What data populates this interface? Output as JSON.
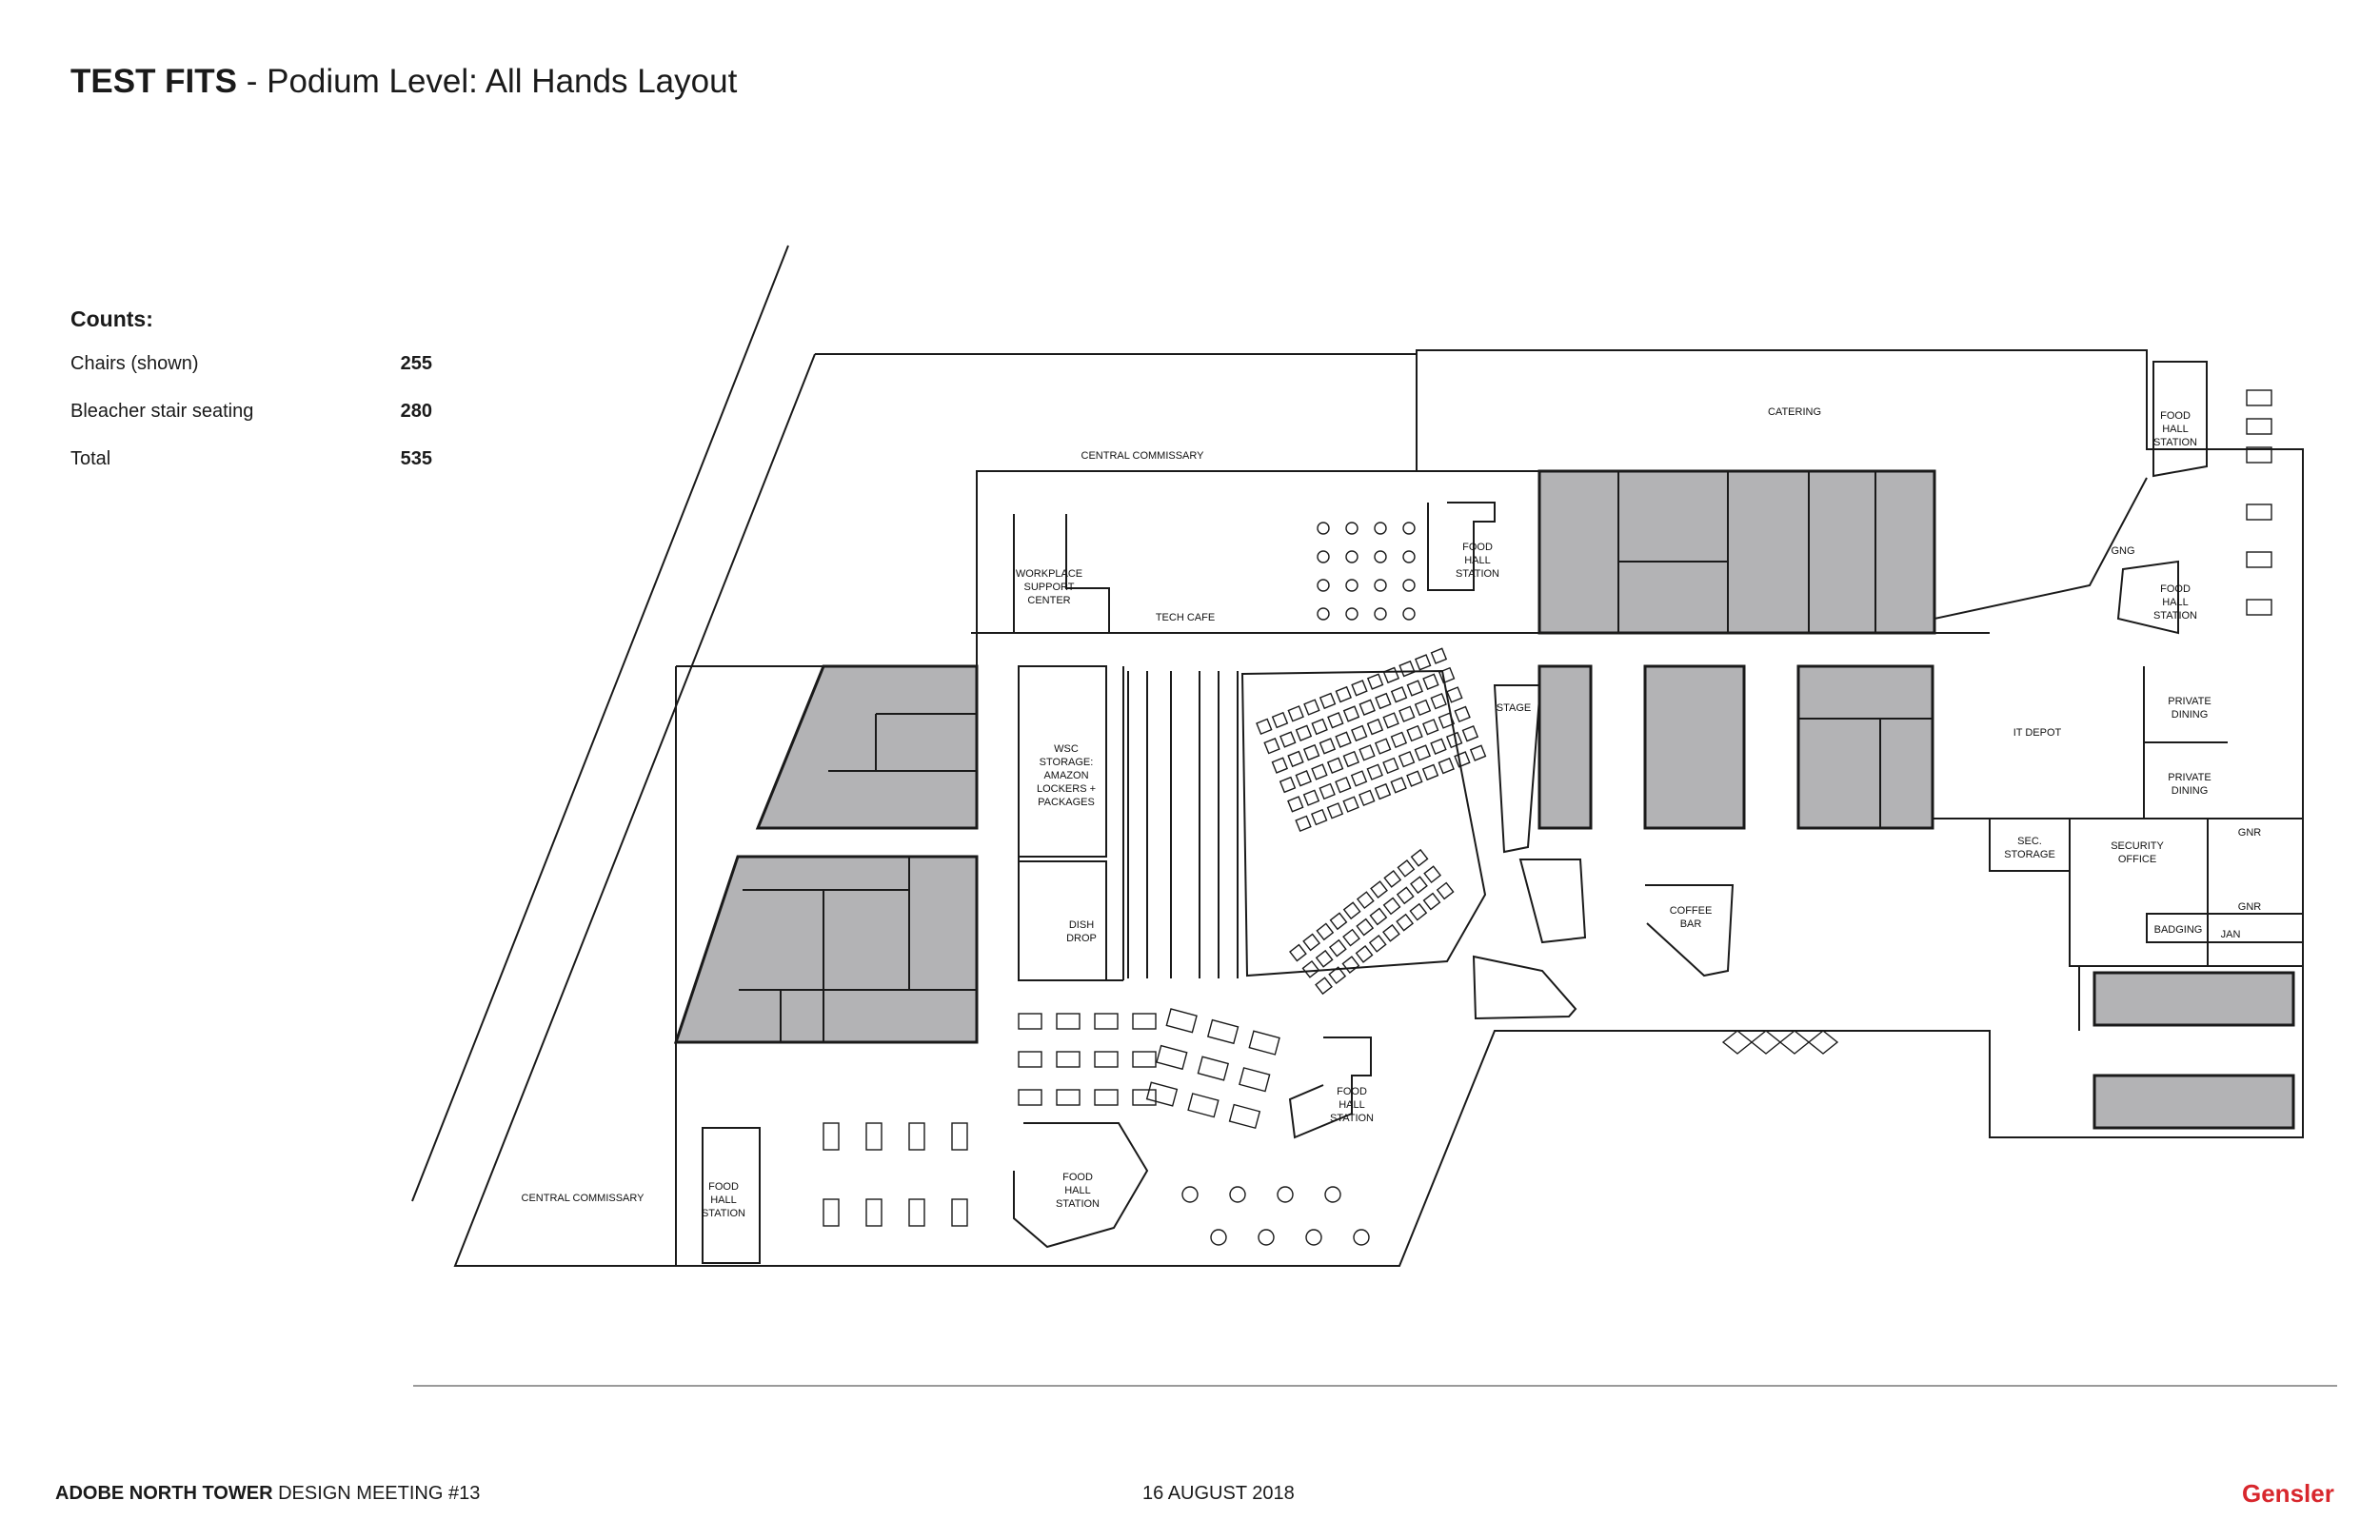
{
  "header": {
    "title_bold": "TEST FITS",
    "title_rest": " - Podium Level: All Hands Layout"
  },
  "counts": {
    "heading": "Counts:",
    "rows": [
      {
        "label": "Chairs (shown)",
        "value": "255"
      },
      {
        "label": "Bleacher stair seating",
        "value": "280"
      },
      {
        "label": "Total",
        "value": "535"
      }
    ]
  },
  "plan": {
    "labels": {
      "central_commissary_top": "CENTRAL COMMISSARY",
      "central_commissary_bottom": "CENTRAL COMMISSARY",
      "catering": "CATERING",
      "workplace_support": [
        "WORKPLACE",
        "SUPPORT",
        "CENTER"
      ],
      "tech_cafe": "TECH CAFE",
      "food_hall_1": [
        "FOOD",
        "HALL",
        "STATION"
      ],
      "food_hall_2": [
        "FOOD",
        "HALL",
        "STATION"
      ],
      "food_hall_3": [
        "FOOD",
        "HALL",
        "STATION"
      ],
      "food_hall_4": [
        "FOOD",
        "HALL",
        "STATION"
      ],
      "food_hall_5": [
        "FOOD",
        "HALL",
        "STATION"
      ],
      "food_hall_6": [
        "FOOD",
        "HALL",
        "STATION"
      ],
      "gng": "GNG",
      "wsc_storage": [
        "WSC",
        "STORAGE:",
        "AMAZON",
        "LOCKERS +",
        "PACKAGES"
      ],
      "dish_drop": [
        "DISH",
        "DROP"
      ],
      "stage": "STAGE",
      "it_depot": "IT DEPOT",
      "private_dining_1": [
        "PRIVATE",
        "DINING"
      ],
      "private_dining_2": [
        "PRIVATE",
        "DINING"
      ],
      "sec_storage": [
        "SEC.",
        "STORAGE"
      ],
      "security_office": [
        "SECURITY",
        "OFFICE"
      ],
      "gnr_1": "GNR",
      "gnr_2": "GNR",
      "badging": "BADGING",
      "jan": "JAN",
      "coffee_bar": [
        "COFFEE",
        "BAR"
      ]
    }
  },
  "colors": {
    "core_fill": "#b3b3b5",
    "line": "#1a1a1a",
    "brand": "#d8272d"
  },
  "footer": {
    "project_bold": "ADOBE NORTH TOWER",
    "project_rest": "  DESIGN MEETING #13",
    "date": "16 AUGUST 2018",
    "logo": "Gensler"
  }
}
